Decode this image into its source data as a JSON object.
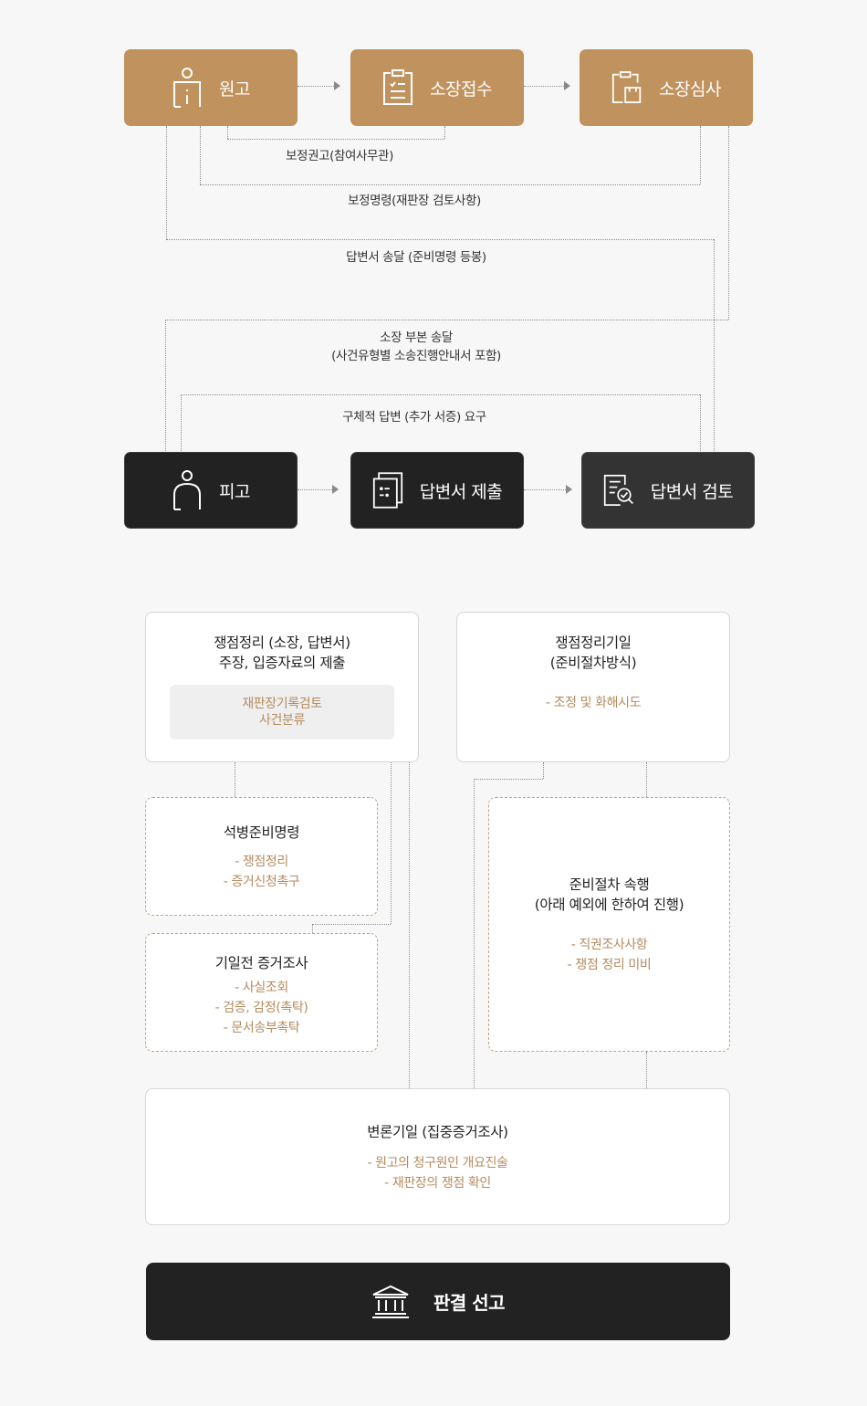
{
  "flow": {
    "plaintiff": "원고",
    "filing": "소장접수",
    "review": "소장심사",
    "defendant": "피고",
    "answer_submit": "답변서 제출",
    "answer_review": "답변서 검토"
  },
  "connectors": {
    "correction_advice": "보정권고(참여사무관)",
    "correction_order": "보정명령(재판장 검토사항)",
    "answer_delivery": "답변서 송달 (준비명령 등봉)",
    "complaint_delivery_line1": "소장 부본 송달",
    "complaint_delivery_line2": "(사건유형별 소송진행안내서 포함)",
    "specific_answer": "구체적 답변 (추가 서증) 요구"
  },
  "cards": {
    "issue_org": {
      "title_line1": "쟁점정리 (소장, 답변서)",
      "title_line2": "주장, 입증자료의 제출",
      "box_line1": "재판장기록검토",
      "box_line2": "사건분류"
    },
    "issue_date": {
      "title_line1": "쟁점정리기일",
      "title_line2": "(준비절차방식)",
      "item1": "- 조정 및 화해시도"
    },
    "pre_order": {
      "title": "석병준비명령",
      "item1": "- 쟁점정리",
      "item2": "- 증거신청촉구"
    },
    "pre_evidence": {
      "title": "기일전 증거조사",
      "item1": "- 사실조회",
      "item2": "- 검증, 감정(촉탁)",
      "item3": "- 문서송부촉탁"
    },
    "prep_continue": {
      "title_line1": "준비절차 속행",
      "title_line2": "(아래 예외에 한하여 진행)",
      "item1": "- 직권조사사항",
      "item2": "- 쟁점 정리 미비"
    },
    "hearing": {
      "title": "변론기일 (집중증거조사)",
      "item1": "- 원고의 청구원인 개요진술",
      "item2": "- 재판장의 쟁점 확인"
    }
  },
  "verdict": {
    "label": "판결 선고"
  },
  "colors": {
    "gold": "#bf925e",
    "dark": "#222222",
    "accent_text": "#b58b5e",
    "background": "#f7f7f7"
  },
  "icons": {
    "plaintiff": "person-info-icon",
    "filing": "clipboard-list-icon",
    "review": "clipboard-check-icon",
    "defendant": "person-icon",
    "answer_submit": "document-submit-icon",
    "answer_review": "document-search-icon",
    "verdict": "courthouse-icon"
  }
}
